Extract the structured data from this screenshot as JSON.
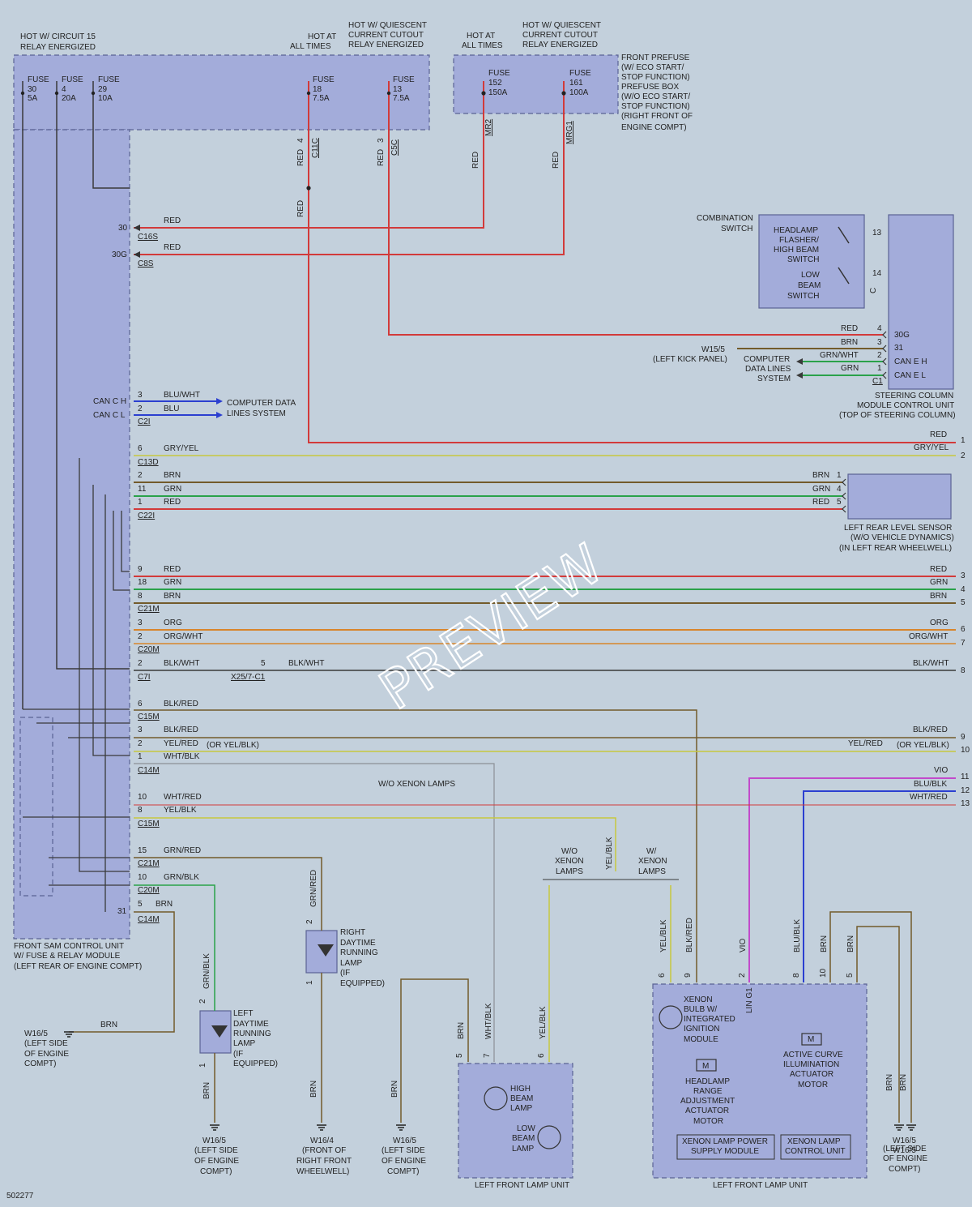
{
  "diagram_id": "502277",
  "watermark": "PREVIEW",
  "colors": {
    "red": "#d23a3a",
    "grn": "#2aa24a",
    "brn": "#735b2b",
    "yel": "#c7c83e",
    "org": "#d8852b",
    "blu": "#2b3fd0",
    "gry": "#8b8f96",
    "vio": "#c24acb",
    "blk": "#3a3a3a",
    "box": "#a3acda",
    "boxStroke": "#5a6294"
  },
  "labels": [
    "HOT W/ CIRCUIT 15",
    "RELAY ENERGIZED",
    "HOT AT",
    "ALL TIMES",
    "HOT W/ QUIESCENT",
    "CURRENT CUTOUT",
    "RELAY ENERGIZED",
    "HOT AT",
    "ALL TIMES",
    "HOT W/ QUIESCENT",
    "CURRENT CUTOUT",
    "RELAY ENERGIZED",
    "FRONT PREFUSE",
    "(W/ ECO START/",
    "STOP FUNCTION)",
    "PREFUSE BOX",
    "(W/O ECO START/",
    "STOP FUNCTION)",
    "(RIGHT FRONT OF",
    "ENGINE COMPT)",
    "FUSE",
    "30",
    "5A",
    "FUSE",
    "4",
    "20A",
    "FUSE",
    "29",
    "10A",
    "FUSE",
    "18",
    "7.5A",
    "FUSE",
    "13",
    "7.5A",
    "FUSE",
    "152",
    "150A",
    "FUSE",
    "161",
    "100A",
    "RED",
    "4",
    "C11C",
    "RED",
    "3",
    "C5C",
    "MR2",
    "RED",
    "MRG1",
    "RED",
    "RED",
    "30",
    "C16S",
    "RED",
    "30G",
    "C8S",
    "RED",
    "COMBINATION",
    "SWITCH",
    "HEADLAMP",
    "FLASHER/",
    "HIGH BEAM",
    "SWITCH",
    "LOW",
    "BEAM",
    "SWITCH",
    "13",
    "14",
    "C",
    "RED",
    "4",
    "BRN",
    "3",
    "GRN/WHT",
    "2",
    "GRN",
    "1",
    "C1",
    "30G",
    "31",
    "CAN E H",
    "CAN E L",
    "W15/5",
    "(LEFT KICK PANEL)",
    "COMPUTER",
    "DATA LINES",
    "SYSTEM",
    "STEERING COLUMN",
    "MODULE CONTROL UNIT",
    "(TOP OF STEERING COLUMN)",
    "CAN C H",
    "CAN C L",
    "3",
    "BLU/WHT",
    "2",
    "BLU",
    "C2I",
    "COMPUTER DATA",
    "LINES SYSTEM",
    "RED",
    "1",
    "GRY/YEL",
    "2",
    "6",
    "GRY/YEL",
    "C13D",
    "2",
    "BRN",
    "11",
    "GRN",
    "1",
    "RED",
    "C22I",
    "BRN",
    "1",
    "GRN",
    "4",
    "RED",
    "5",
    "LEFT REAR LEVEL SENSOR",
    "(W/O VEHICLE DYNAMICS)",
    "(IN LEFT REAR WHEELWELL)",
    "9",
    "RED",
    "18",
    "GRN",
    "8",
    "BRN",
    "C21M",
    "RED",
    "3",
    "GRN",
    "4",
    "BRN",
    "5",
    "3",
    "ORG",
    "2",
    "ORG/WHT",
    "C20M",
    "ORG",
    "6",
    "ORG/WHT",
    "7",
    "2",
    "BLK/WHT",
    "C7I",
    "5",
    "BLK/WHT",
    "X25/7-C1",
    "BLK/WHT",
    "8",
    "6",
    "BLK/RED",
    "C15M",
    "3",
    "BLK/RED",
    "2",
    "YEL/RED",
    "(OR YEL/BLK)",
    "1",
    "WHT/BLK",
    "C14M",
    "BLK/RED",
    "9",
    "YEL/RED",
    "(OR YEL/BLK)",
    "10",
    "VIO",
    "11",
    "BLU/BLK",
    "12",
    "WHT/RED",
    "13",
    "W/O XENON LAMPS",
    "10",
    "WHT/RED",
    "8",
    "YEL/BLK",
    "C15M",
    "15",
    "GRN/RED",
    "C21M",
    "10",
    "GRN/BLK",
    "C20M",
    "31",
    "5",
    "BRN",
    "C14M",
    "FRONT SAM CONTROL UNIT",
    "W/ FUSE & RELAY MODULE",
    "(LEFT REAR OF ENGINE COMPT)",
    "W/O",
    "XENON",
    "LAMPS",
    "YEL/BLK",
    "W/",
    "XENON",
    "LAMPS",
    "GRN/RED",
    "RIGHT",
    "DAYTIME",
    "RUNNING",
    "LAMP",
    "(IF",
    "EQUIPPED)",
    "2",
    "1",
    "BRN",
    "W16/4",
    "(FRONT OF",
    "RIGHT FRONT",
    "WHEELWELL)",
    "GRN/BLK",
    "2",
    "LEFT",
    "DAYTIME",
    "RUNNING",
    "LAMP",
    "(IF",
    "EQUIPPED)",
    "1",
    "BRN",
    "W16/5",
    "(LEFT SIDE",
    "OF ENGINE",
    "COMPT)",
    "BRN",
    "W16/5",
    "(LEFT SIDE",
    "OF ENGINE",
    "COMPT)",
    "W16/5",
    "(LEFT SIDE",
    "OF ENGINE",
    "COMPT)",
    "BRN",
    "BRN",
    "WHT/BLK",
    "YEL/BLK",
    "5",
    "7",
    "6",
    "HIGH",
    "BEAM",
    "LAMP",
    "LOW",
    "BEAM",
    "LAMP",
    "LEFT FRONT LAMP UNIT",
    "YEL/BLK",
    "BLK/RED",
    "VIO",
    "BLU/BLK",
    "BRN",
    "BRN",
    "6",
    "9",
    "2",
    "8",
    "10",
    "5",
    "LIN G1",
    "XENON",
    "BULB W/",
    "INTEGRATED",
    "IGNITION",
    "MODULE",
    "M",
    "HEADLAMP",
    "RANGE",
    "ADJUSTMENT",
    "ACTUATOR",
    "MOTOR",
    "M",
    "ACTIVE CURVE",
    "ILLUMINATION",
    "ACTUATOR",
    "MOTOR",
    "XENON LAMP POWER",
    "SUPPLY MODULE",
    "XENON LAMP",
    "CONTROL UNIT",
    "LEFT FRONT LAMP UNIT",
    "BRN",
    "BRN",
    "W16/5",
    "W16/5",
    "(LEFT SIDE",
    "OF ENGINE",
    "COMPT)"
  ]
}
